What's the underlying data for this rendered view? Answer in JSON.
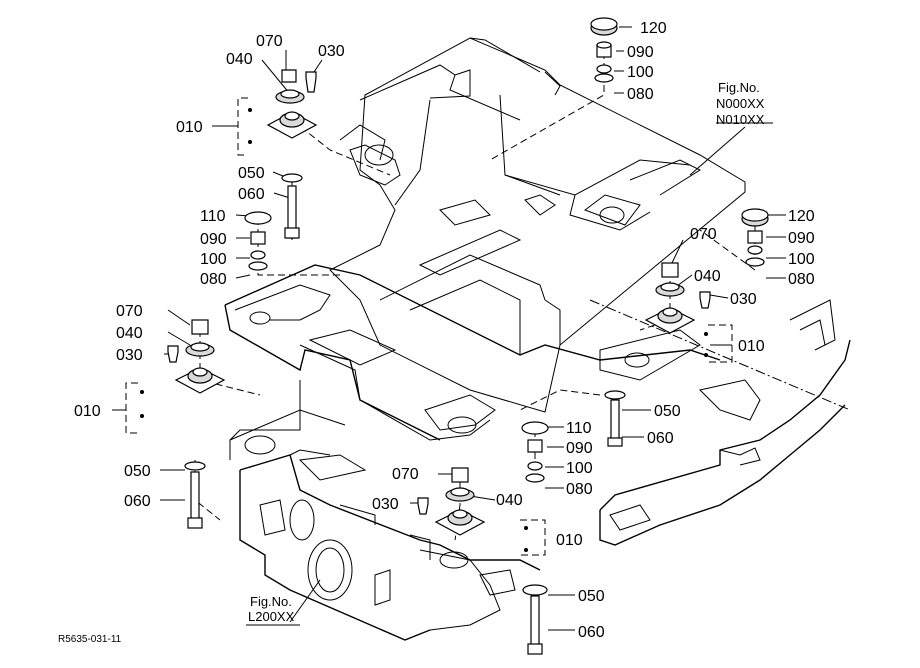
{
  "figure": {
    "image_code": "R5635-031-11",
    "ref_top": {
      "title": "Fig.No.",
      "codes": [
        "N000XX",
        "N010XX"
      ]
    },
    "ref_bottom": {
      "title": "Fig.No.",
      "codes": [
        "L200XX"
      ]
    }
  },
  "callouts": {
    "top_right": [
      "120",
      "090",
      "100",
      "080"
    ],
    "top_left": {
      "p070": "070",
      "p030": "030",
      "p040": "040",
      "p010": "010",
      "p050": "050",
      "p060": "060",
      "p110": "110",
      "p090": "090",
      "p100": "100",
      "p080": "080"
    },
    "right": {
      "p120": "120",
      "p090": "090",
      "p100": "100",
      "p080": "080",
      "p070": "070",
      "p040": "040",
      "p030": "030",
      "p010": "010",
      "p050": "050",
      "p060": "060"
    },
    "left": {
      "p070": "070",
      "p040": "040",
      "p030": "030",
      "p010": "010",
      "p050": "050",
      "p060": "060"
    },
    "center": {
      "p110": "110",
      "p090": "090",
      "p100": "100",
      "p080": "080",
      "p070": "070",
      "p040": "040",
      "p030": "030",
      "p010": "010",
      "p050": "050",
      "p060": "060"
    }
  }
}
